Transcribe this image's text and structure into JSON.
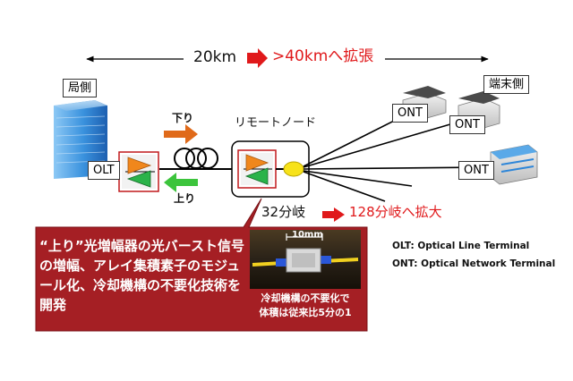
{
  "distance": {
    "current": "20km",
    "extended": ">40kmへ拡張"
  },
  "central_office": {
    "label": "局側",
    "olt_label": "OLT"
  },
  "downstream_label": "下り",
  "upstream_label": "上り",
  "remote_node": {
    "label": "リモートノード"
  },
  "split": {
    "current": "32分岐",
    "extended": "128分岐へ拡大"
  },
  "terminal": {
    "label": "端末側"
  },
  "onts": [
    "ONT",
    "ONT",
    "ONT"
  ],
  "callout": {
    "text": "“上り”光増幅器の光バースト信号の増幅、アレイ集積素子のモジュール化、冷却機構の不要化技術を開発",
    "dimension": "10mm",
    "caption_line1": "冷却機構の不要化で",
    "caption_line2": "体積は従来比5分の1"
  },
  "legend": {
    "olt": "OLT: Optical Line Terminal",
    "ont": "ONT: Optical Network Terminal"
  },
  "colors": {
    "accent_red": "#e0191b",
    "callout_bg": "#a51f24",
    "arrow_down": "#e06a1a",
    "arrow_up": "#3cc43c",
    "amp_orange": "#f0871c",
    "amp_green": "#2bb34a",
    "splitter": "#f7e21a",
    "building_blue": "#2e86d8"
  }
}
